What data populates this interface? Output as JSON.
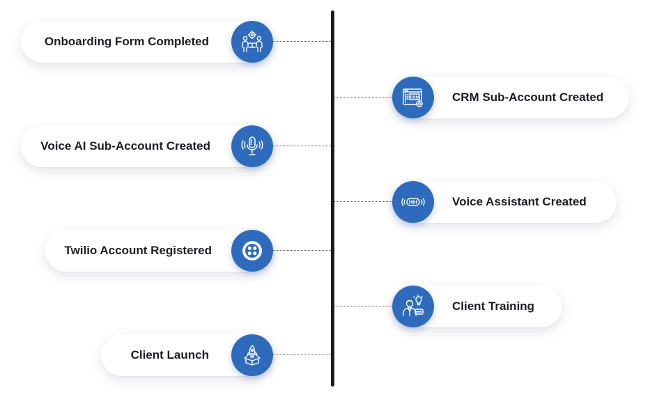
{
  "steps_left": [
    {
      "label": "Onboarding Form Completed",
      "icon": "team-gear-icon"
    },
    {
      "label": "Voice AI Sub-Account Created",
      "icon": "microphone-icon"
    },
    {
      "label": "Twilio Account Registered",
      "icon": "twilio-logo-icon"
    },
    {
      "label": "Client Launch",
      "icon": "rocket-box-icon"
    }
  ],
  "steps_right": [
    {
      "label": "CRM Sub-Account Created",
      "icon": "crm-window-icon"
    },
    {
      "label": "Voice Assistant Created",
      "icon": "voice-device-icon"
    },
    {
      "label": "Client Training",
      "icon": "trainer-idea-icon"
    }
  ],
  "crm_icon_text": "CRM",
  "colors": {
    "accent": "#2f6bbd",
    "spine": "#1c1c1c",
    "text": "#1d1d24"
  }
}
